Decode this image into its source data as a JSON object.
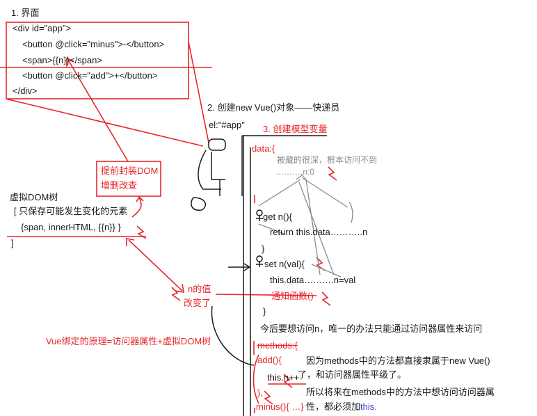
{
  "section1": {
    "title": "1. 界面",
    "code": [
      "<div id=\"app\">",
      "<button @click=\"minus\">-</button>",
      "<span>{{n}}</span>",
      "<button @click=\"add\">+</button>",
      "</div>"
    ]
  },
  "section2": {
    "title": "2. 创建new Vue()对象——快递员",
    "el": "el:\"#app\""
  },
  "section3": {
    "title": "3. 创建模型变量",
    "data_label": "data:{",
    "hidden_note": "被藏的很深，根本访问不到",
    "hidden_var": "……….n:0",
    "get": "get n(){",
    "get_return": "return   this.data………..n",
    "close1": "}",
    "set": "set n(val){",
    "set_body": "this.data……….n=val",
    "notify": "通知函数()",
    "close2": "}"
  },
  "vdom": {
    "title": "虚拟DOM树",
    "line1": "[ 只保存可能发生变化的元素",
    "line2": "{span, innerHTML, {{n}} }",
    "line3": "]"
  },
  "box_dom": {
    "line1": "提前封装DOM",
    "line2": "增删改查"
  },
  "n_changed": {
    "line1": "n的值",
    "line2": "改变了"
  },
  "principle": "Vue绑定的原理=访问器属性+虚拟DOM树",
  "access_note": "今后要想访问n，唯一的办法只能通过访问器属性来访问",
  "methods": {
    "label": "methods:{",
    "add": "add(){",
    "add_body": "this.n++",
    "close": "},",
    "minus": "minus(){ …}"
  },
  "methods_note": {
    "line1": "因为methods中的方法都直接隶属于new Vue()",
    "line2": "了，和访问器属性平级了。",
    "line3": "所以将来在methods中的方法中想访问访问器属",
    "line4_pre": "性，都必须加",
    "line4_kw": "this."
  },
  "colors": {
    "red": "#e8262a",
    "black": "#1a1a1a",
    "gray": "#8a8a8a",
    "blue": "#2d3fd6"
  }
}
